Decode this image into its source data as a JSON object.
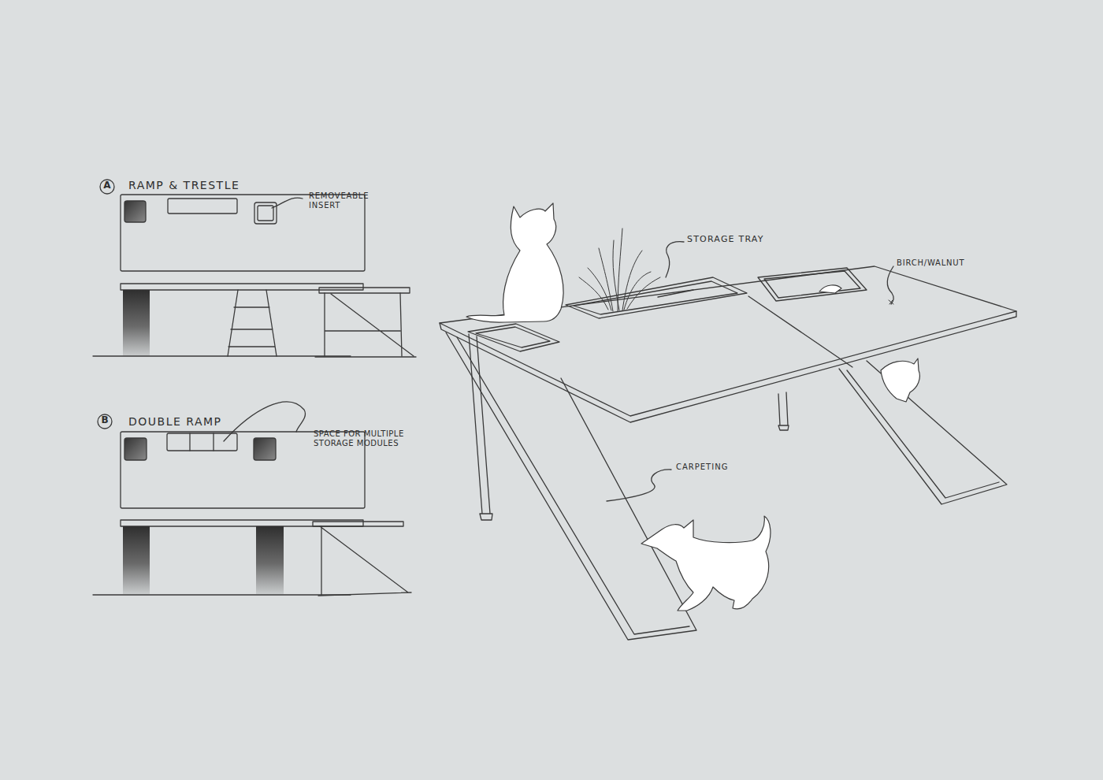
{
  "diagram": {
    "labels": [
      "A",
      "RAMP & TRESTLE",
      "REMOVEABLE INSERT",
      "B",
      "DOUBLE RAMP",
      "SPACE FOR MULTIPLE STORAGE MODULES",
      "STORAGE TRAY",
      "BIRCH/WALNUT",
      "CARPETING"
    ]
  }
}
